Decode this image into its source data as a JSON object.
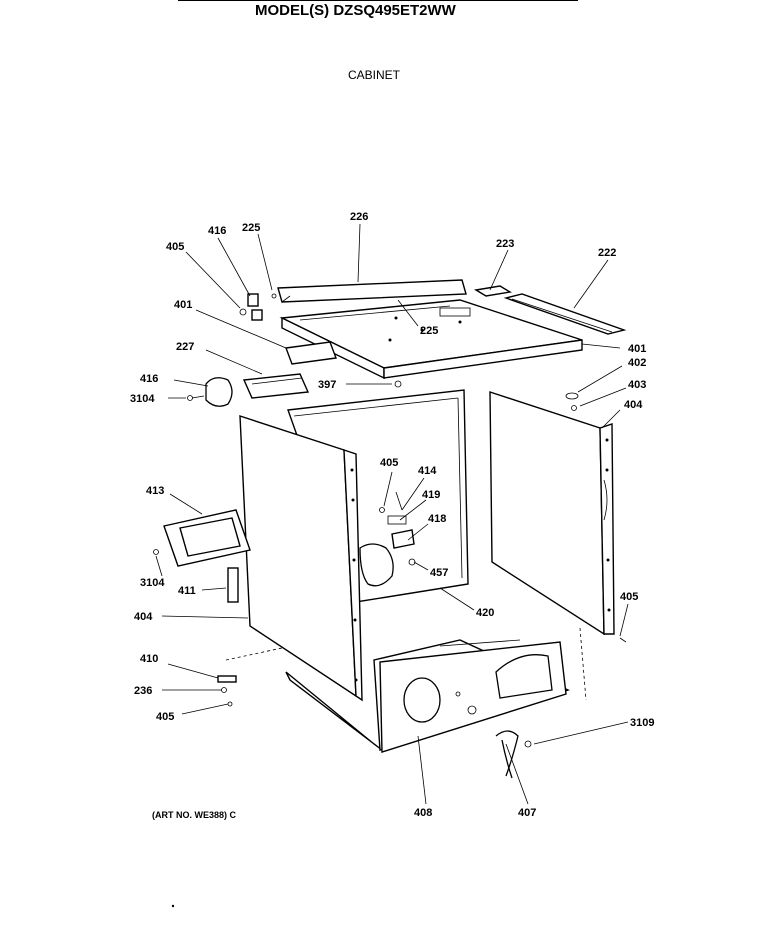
{
  "header": {
    "model_title": "MODEL(S) DZSQ495ET2WW",
    "section_title": "CABINET"
  },
  "footer": {
    "art_no": "(ART NO. WE388) C"
  },
  "callouts": {
    "c226": "226",
    "c416a": "416",
    "c225a": "225",
    "c405a": "405",
    "c223": "223",
    "c222": "222",
    "c401a": "401",
    "c225b": "225",
    "c401b": "401",
    "c227": "227",
    "c402": "402",
    "c416b": "416",
    "c397": "397",
    "c403": "403",
    "c3104a": "3104",
    "c404a": "404",
    "c405b": "405",
    "c414": "414",
    "c413": "413",
    "c419": "419",
    "c418": "418",
    "c457": "457",
    "c3104b": "3104",
    "c411": "411",
    "c420": "420",
    "c405c": "405",
    "c404b": "404",
    "c410": "410",
    "c236": "236",
    "c405d": "405",
    "c3109": "3109",
    "c408": "408",
    "c407": "407"
  }
}
